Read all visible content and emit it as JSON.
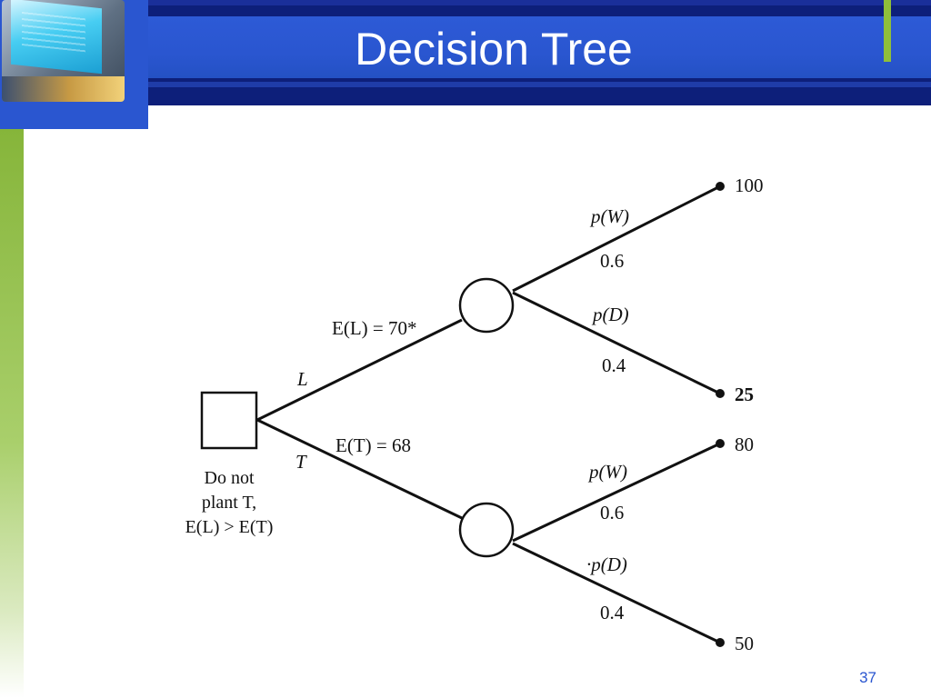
{
  "slide": {
    "title": "Decision Tree",
    "page_number": "37"
  },
  "colors": {
    "header_dark": "#0d1f7a",
    "header_blue": "#2a56d0",
    "accent_green": "#8fbf3a",
    "ink": "#111111"
  },
  "decision_tree": {
    "decision_node": {
      "note_line1": "Do not",
      "note_line2": "plant T,",
      "note_line3": "E(L) > E(T)"
    },
    "branches": {
      "upper": {
        "label": "L",
        "expected_value": "E(L) = 70*"
      },
      "lower": {
        "label": "T",
        "expected_value": "E(T) = 68"
      }
    },
    "chance_upper": {
      "win_label": "p(W)",
      "win_prob": "0.6",
      "draw_label": "p(D)",
      "draw_prob": "0.4",
      "win_payoff": "100",
      "draw_payoff": "25"
    },
    "chance_lower": {
      "win_label": "p(W)",
      "win_prob": "0.6",
      "draw_label": "·p(D)",
      "draw_prob": "0.4",
      "win_payoff": "80",
      "draw_payoff": "50"
    }
  }
}
